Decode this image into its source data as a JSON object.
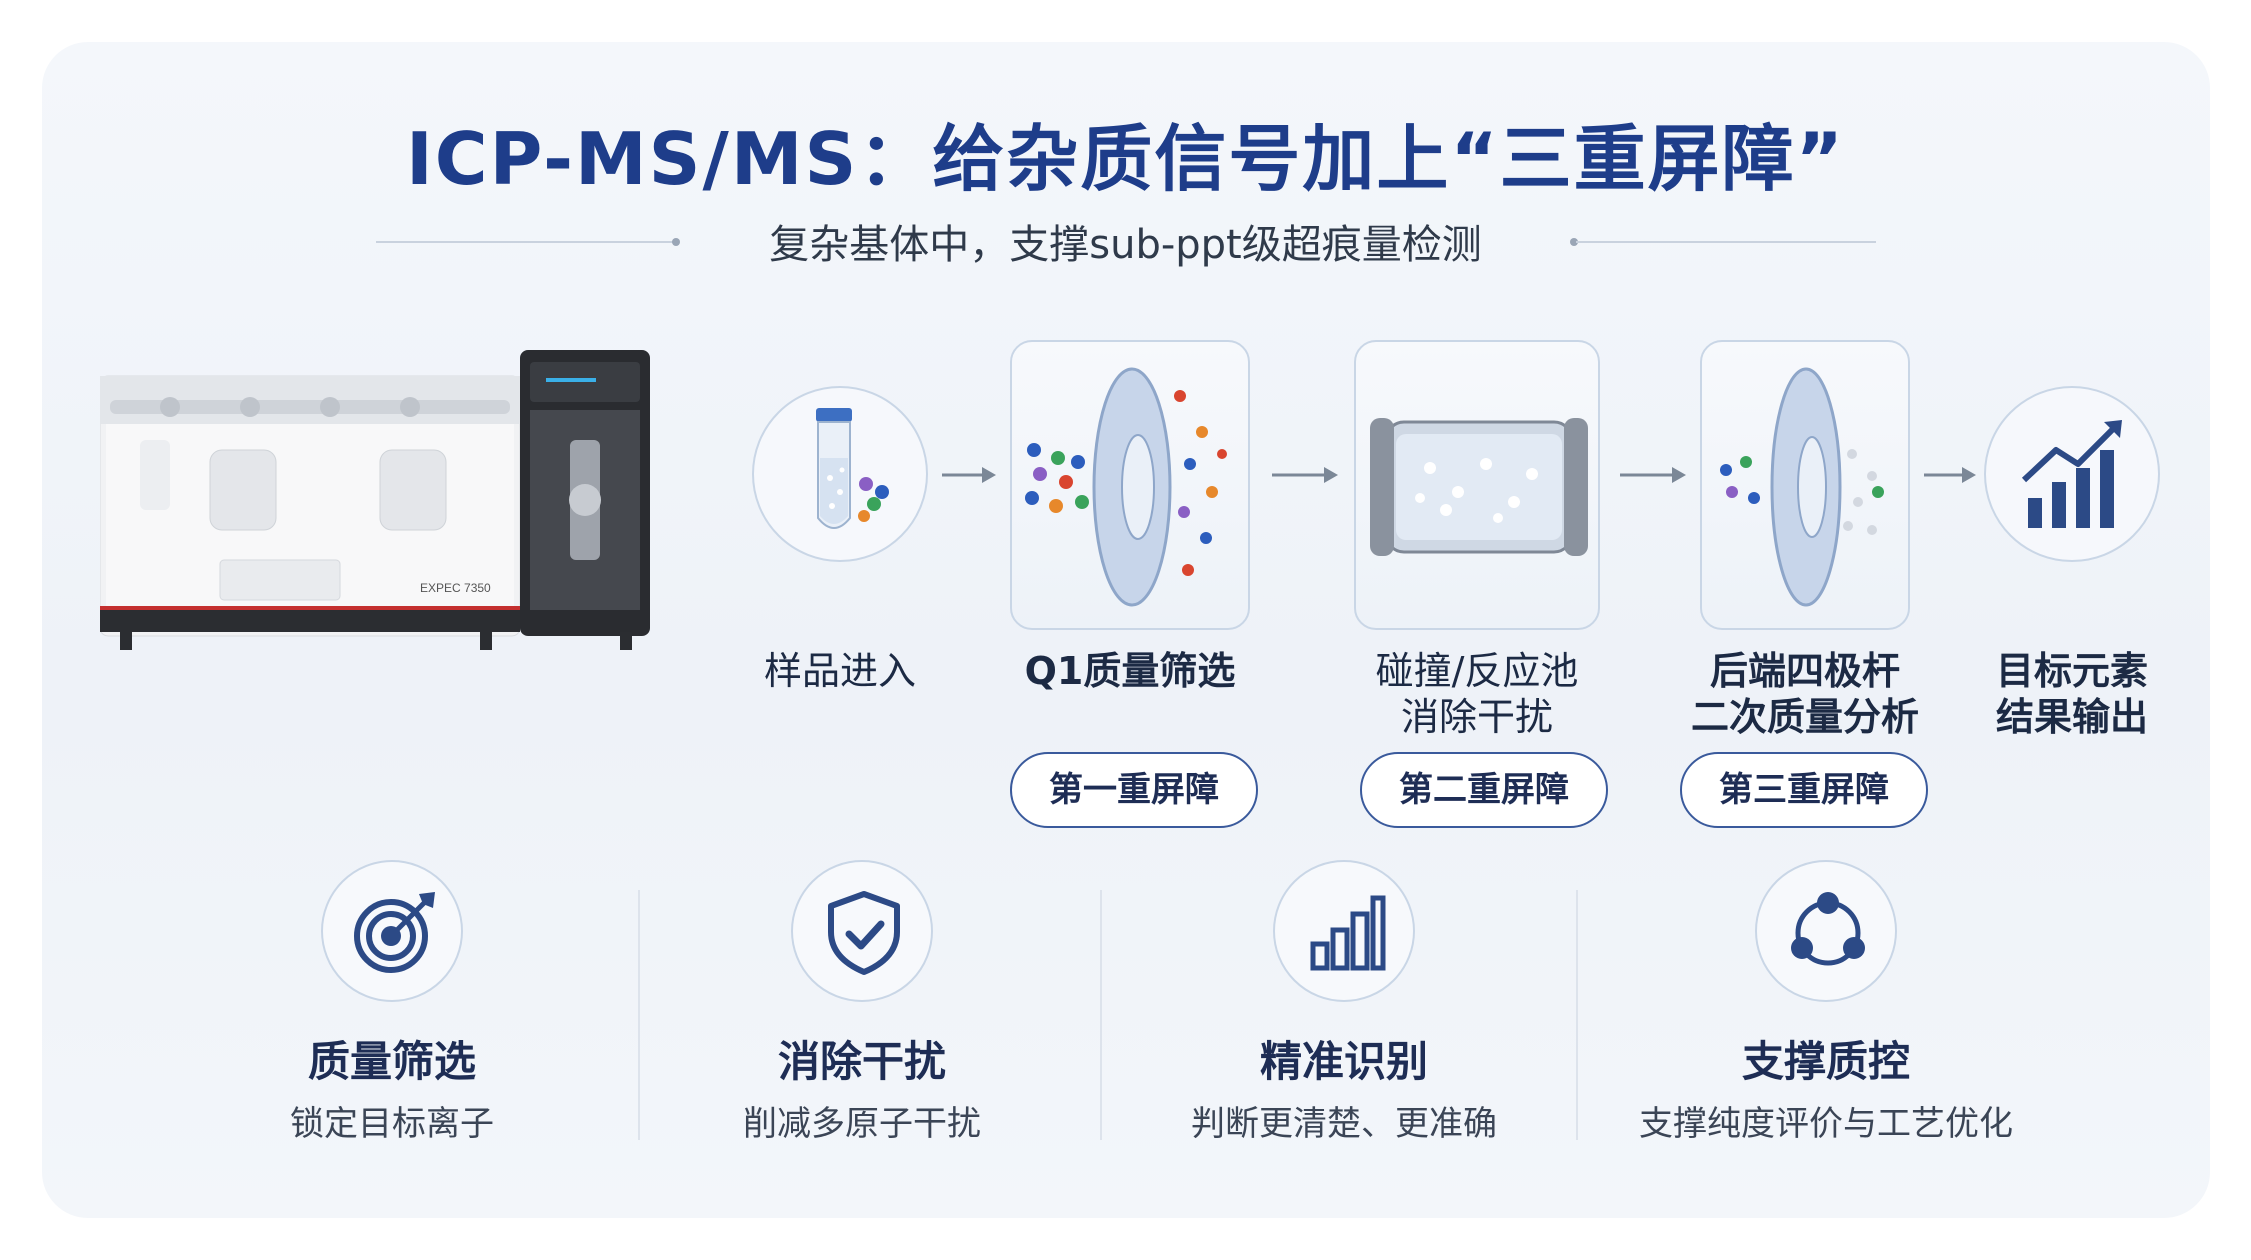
{
  "header": {
    "title": "ICP-MS/MS：给杂质信号加上“三重屏障”",
    "subtitle": "复杂基体中，支撑sub-ppt级超痕量检测"
  },
  "instrument": {
    "model_label": "EXPEC 7350"
  },
  "stages": [
    {
      "label": "样品进入",
      "icon": "test-tube-icon"
    },
    {
      "label": "Q1质量筛选",
      "icon": "quadrupole-disc-icon"
    },
    {
      "label_line1": "碰撞/反应池",
      "label_line2": "消除干扰",
      "icon": "collision-cell-icon"
    },
    {
      "label_line1": "后端四极杆",
      "label_line2": "二次质量分析",
      "icon": "quadrupole-disc-icon"
    },
    {
      "label_line1": "目标元素",
      "label_line2": "结果输出",
      "icon": "growth-chart-icon"
    }
  ],
  "barriers": [
    "第一重屏障",
    "第二重屏障",
    "第三重屏障"
  ],
  "benefits": [
    {
      "title": "质量筛选",
      "desc": "锁定目标离子",
      "icon": "target-icon"
    },
    {
      "title": "消除干扰",
      "desc": "削减多原子干扰",
      "icon": "shield-check-icon"
    },
    {
      "title": "精准识别",
      "desc": "判断更清楚、更准确",
      "icon": "bar-chart-icon"
    },
    {
      "title": "支撑质控",
      "desc": "支撑纯度评价与工艺优化",
      "icon": "network-icon"
    }
  ],
  "colors": {
    "title": "#1e3d8a",
    "accent": "#3a5a9c",
    "icon": "#2c4a86",
    "card_bg": "#f1f5fa"
  }
}
